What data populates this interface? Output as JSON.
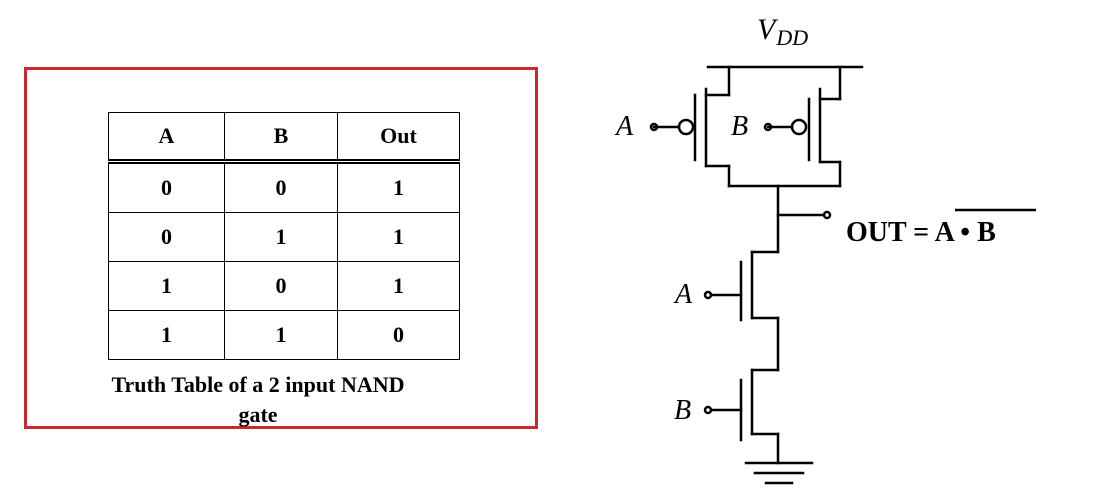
{
  "truth_table": {
    "headers": [
      "A",
      "B",
      "Out"
    ],
    "rows": [
      [
        "0",
        "0",
        "1"
      ],
      [
        "0",
        "1",
        "1"
      ],
      [
        "1",
        "0",
        "1"
      ],
      [
        "1",
        "1",
        "0"
      ]
    ],
    "caption_line1": "Truth Table of a 2 input NAND",
    "caption_line2": "gate",
    "border_color": "#cc2a2a"
  },
  "schematic": {
    "supply_label_main": "V",
    "supply_label_sub": "DD",
    "pmos_a_label": "A",
    "pmos_b_label": "B",
    "nmos_a_label": "A",
    "nmos_b_label": "B",
    "output_label": "OUT = ",
    "output_expression": "A • B"
  }
}
